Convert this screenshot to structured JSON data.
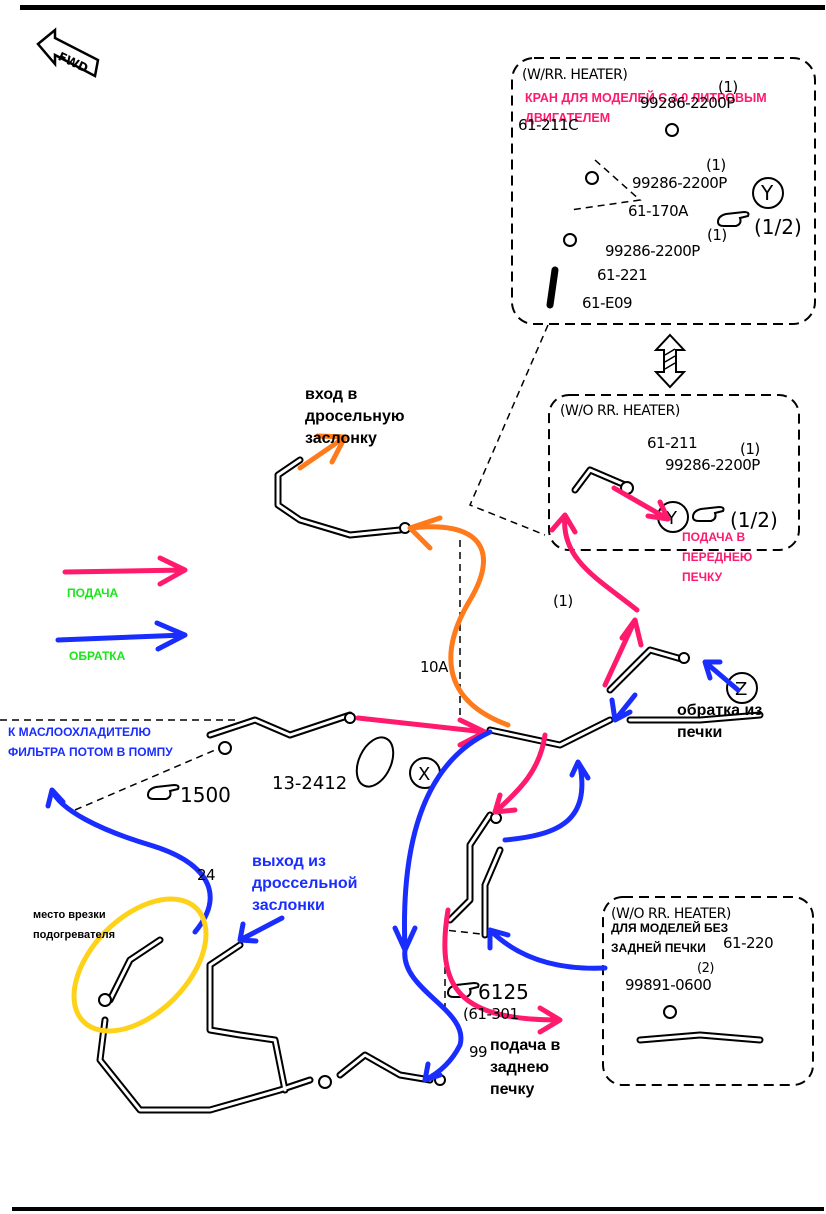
{
  "diagram": {
    "orientation_label": "FWD",
    "colors": {
      "supply": "#ff1a6e",
      "return": "#1a2dff",
      "throttle": "#ff7a1a",
      "heater_cut_marker": "#ffd21a",
      "legend_text": "#19e619",
      "line_art": "#000000"
    },
    "legend": {
      "supply_label": "ПОДАЧА",
      "return_label": "ОБРАТКА"
    },
    "box_with_rear_heater": {
      "title": "(W/RR. HEATER)",
      "note": "КРАН ДЛЯ МОДЕЛЕЙ С 3.0 ЛИТРОВЫМ ДВИГАТЕЛЕМ",
      "parts": [
        {
          "qty": "(1)",
          "code": "99286-2200P"
        },
        {
          "code": "61-211C"
        },
        {
          "qty": "(1)",
          "code": "99286-2200P"
        },
        {
          "code": "61-170A"
        },
        {
          "qty": "(1)",
          "code": "99286-2200P"
        },
        {
          "code": "61-221"
        },
        {
          "code": "61-E09"
        }
      ],
      "ref_circle": "Y",
      "ref_page": "(1/2)"
    },
    "box_without_rear_heater_top": {
      "title": "(W/O RR. HEATER)",
      "parts": [
        {
          "code": "61-211"
        },
        {
          "qty": "(1)",
          "code": "99286-2200P"
        }
      ],
      "ref_circle": "Y",
      "ref_page": "(1/2)",
      "note": "ПОДАЧА В ПЕРЕДНЕЮ ПЕЧКУ"
    },
    "box_without_rear_heater_bottom": {
      "title": "(W/O RR. HEATER)",
      "note": "ДЛЯ МОДЕЛЕЙ БЕЗ ЗАДНЕЙ ПЕЧКИ",
      "parts": [
        {
          "code": "61-220"
        },
        {
          "qty": "(2)",
          "code": "99891-0600"
        }
      ]
    },
    "annotations": {
      "throttle_inlet": "вход в дросельную заслонку",
      "oil_cooler": "К МАСЛООХЛАДИТЕЛЮ ФИЛЬТРА ПОТОМ В ПОМПУ",
      "throttle_outlet": "выход из дроссельной заслонки",
      "heater_tap_point": "место врезки подогревателя",
      "heater_return": "обратка из печки",
      "rear_heater_supply": "подача в заднею печку"
    },
    "main_labels": {
      "ref_1500": "1500",
      "clamp_code": "13-2412",
      "circle_x": "X",
      "circle_z": "Z",
      "ref_6125": "6125",
      "sub_code": "(61-301",
      "label_10a": "10A",
      "label_24": "24",
      "label_qty1": "(1)",
      "label_99": "99"
    }
  }
}
